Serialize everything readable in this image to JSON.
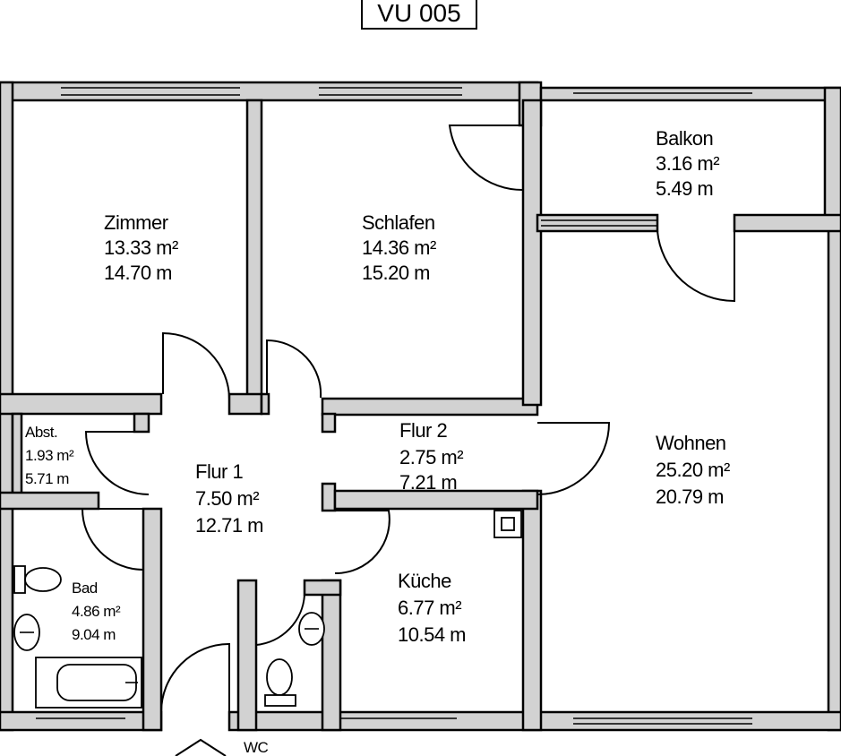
{
  "plan_id": "VU 005",
  "rooms": [
    {
      "name": "Zimmer",
      "area": "13.33 m²",
      "perimeter": "14.70 m"
    },
    {
      "name": "Schlafen",
      "area": "14.36 m²",
      "perimeter": "15.20 m"
    },
    {
      "name": "Balkon",
      "area": "3.16 m²",
      "perimeter": "5.49 m"
    },
    {
      "name": "Abst.",
      "area": "1.93 m²",
      "perimeter": "5.71 m"
    },
    {
      "name": "Flur 1",
      "area": "7.50 m²",
      "perimeter": "12.71 m"
    },
    {
      "name": "Flur 2",
      "area": "2.75 m²",
      "perimeter": "7.21 m"
    },
    {
      "name": "Wohnen",
      "area": "25.20 m²",
      "perimeter": "20.79 m"
    },
    {
      "name": "Bad",
      "area": "4.86 m²",
      "perimeter": "9.04 m"
    },
    {
      "name": "Küche",
      "area": "6.77 m²",
      "perimeter": "10.54 m"
    }
  ],
  "bottom_label": "WC"
}
